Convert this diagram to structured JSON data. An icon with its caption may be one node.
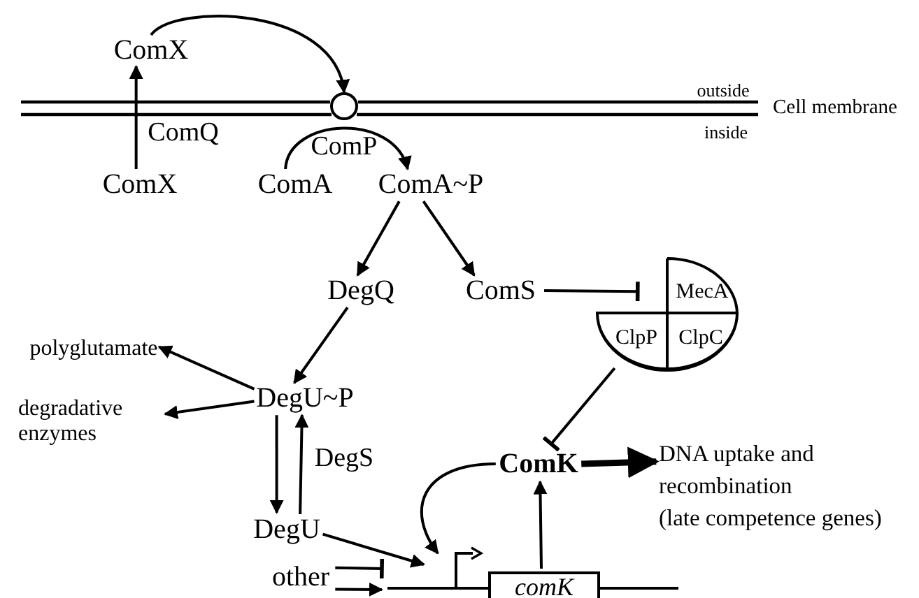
{
  "diagram": {
    "nodes": [
      {
        "text": [
          "ComX"
        ]
      },
      {
        "text": [],
        "shape": "circle"
      },
      {
        "text": [
          "ComX"
        ]
      },
      {
        "text": [
          "ComA"
        ]
      },
      {
        "text": [
          "ComA~P"
        ]
      },
      {
        "text": [
          "DegQ"
        ]
      },
      {
        "text": [
          "ComS"
        ]
      },
      {
        "text": [
          "MecA",
          "ClpP",
          "ClpC"
        ]
      },
      {
        "text": [
          "polyglutamate"
        ]
      },
      {
        "text": [
          "DegU~P"
        ]
      },
      {
        "text": [
          "degradative enzymes"
        ]
      },
      {
        "text": [
          "DegU"
        ]
      },
      {
        "text": [
          "ComK"
        ]
      },
      {
        "text": [
          "DNA uptake and recombination",
          "(late competence genes)"
        ]
      },
      {
        "text": [
          "other"
        ]
      },
      {
        "text": [
          "comK"
        ]
      }
    ],
    "edges": [
      {
        "from": 2,
        "to": 0,
        "arrow": "to",
        "label": "ComQ"
      },
      {
        "from": 0,
        "to": 1,
        "arrow": "to"
      },
      {
        "from": 3,
        "to": 4,
        "arrow": "to",
        "label": "ComP"
      },
      {
        "from": 4,
        "to": 5,
        "arrow": "to"
      },
      {
        "from": 4,
        "to": 6,
        "arrow": "to"
      },
      {
        "from": 6,
        "to": 7,
        "arrow": "other"
      },
      {
        "from": 5,
        "to": 9,
        "arrow": "to"
      },
      {
        "from": 9,
        "to": 8,
        "arrow": "to"
      },
      {
        "from": 9,
        "to": 10,
        "arrow": "to"
      },
      {
        "from": 9,
        "to": 11,
        "arrow": "to"
      },
      {
        "from": 11,
        "to": 9,
        "arrow": "to",
        "label": "DegS"
      },
      {
        "from": 7,
        "to": 12,
        "arrow": "other"
      },
      {
        "from": 12,
        "to": 13,
        "arrow": "to",
        "style": "thick"
      },
      {
        "from": 15,
        "to": 12,
        "arrow": "to"
      },
      {
        "from": 12,
        "to": null,
        "arrow": "to"
      },
      {
        "from": 11,
        "to": null,
        "arrow": "to"
      },
      {
        "from": 14,
        "to": null,
        "arrow": "other"
      },
      {
        "from": 14,
        "to": null,
        "arrow": "to"
      }
    ],
    "labels": [
      "outside",
      "Cell membrane",
      "inside"
    ]
  }
}
